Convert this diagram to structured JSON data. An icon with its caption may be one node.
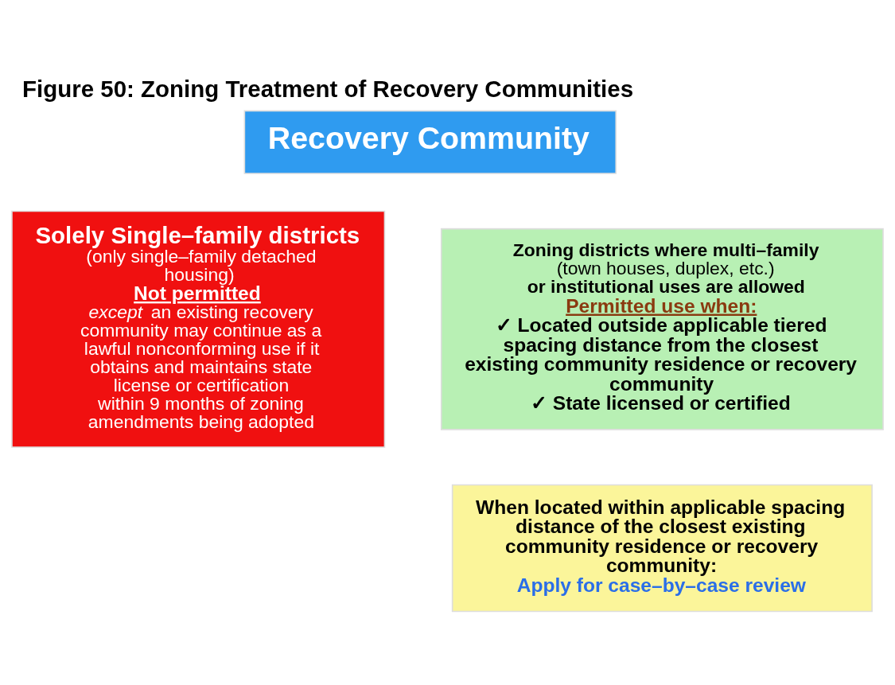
{
  "diagram": {
    "title": "Figure 50: Zoning Treatment of Recovery Communities",
    "nodes": [
      {
        "text": [
          "Recovery Community"
        ]
      },
      {
        "text": [
          "Solely Single–family districts",
          "(only single–family detached housing)",
          "Not permitted",
          "*except* an existing recovery community may continue as a lawful nonconforming use if it obtains and maintains state license or certification within 9 months of zoning amendments being adopted"
        ]
      },
      {
        "text": [
          "**Zoning districts where multi–family** (town houses, duplex, etc.) **or institutional uses are allowed**",
          "Permitted use when:",
          "✓ Located outside applicable tiered spacing distance from the closest existing community residence or recovery community",
          "✓ State licensed or certified"
        ]
      },
      {
        "text": [
          "When located within applicable spacing distance of the closest existing community residence or recovery community:",
          "Apply for case–by–case review"
        ]
      }
    ],
    "edges": []
  }
}
